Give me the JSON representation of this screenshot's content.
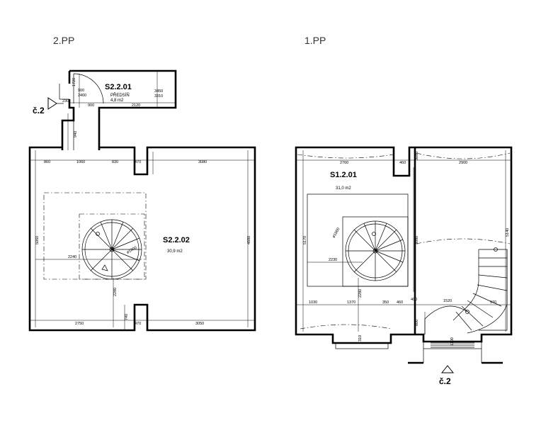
{
  "sheets": {
    "left": "2.PP",
    "right": "1.PP"
  },
  "rooms": [
    {
      "code": "S2.2.01",
      "name": "PŘEDSÍŇ",
      "area": "4,8  m2"
    },
    {
      "code": "S2.2.02",
      "area": "30,9  m2"
    },
    {
      "code": "S1.2.01",
      "area": "31,0  m2"
    }
  ],
  "section_marks": [
    "č.2",
    "č.2"
  ],
  "dimensions_left": [
    "1720",
    "900",
    "2400",
    "230",
    "900",
    "2120",
    "3450",
    "3310",
    "940",
    "860",
    "1060",
    "830",
    "470",
    "3080",
    "5060",
    "2240",
    "4880",
    "2280",
    "740",
    "2750",
    "470",
    "3050",
    "ø1800"
  ],
  "dimensions_right": [
    "2760",
    "460",
    "3080",
    "2900",
    "5170",
    "3980",
    "5140",
    "2230",
    "2280",
    "1030",
    "1370",
    "350",
    "460",
    "400",
    "1520",
    "970",
    "800",
    "1100",
    "310",
    "ø1800"
  ]
}
